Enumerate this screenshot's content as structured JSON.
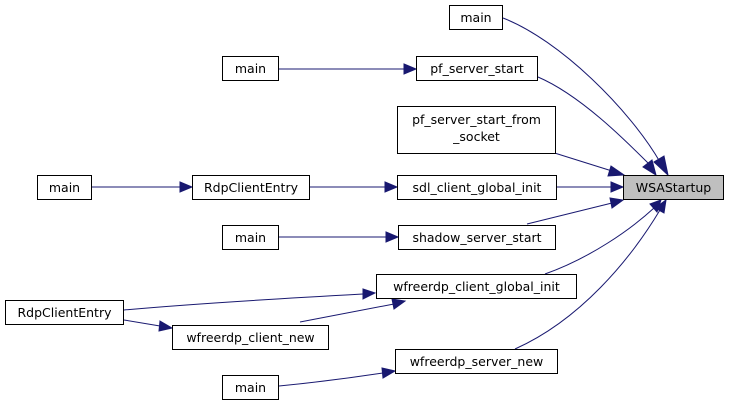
{
  "nodes": {
    "wsastartup": "WSAStartup",
    "main_top": "main",
    "pf_server_start": "pf_server_start",
    "main_pf": "main",
    "pf_from_socket_line1": "pf_server_start_from",
    "pf_from_socket_line2": "_socket",
    "sdl_client_global_init": "sdl_client_global_init",
    "rdp_client_entry_a": "RdpClientEntry",
    "main_sdl": "main",
    "shadow_server_start": "shadow_server_start",
    "main_shadow": "main",
    "wfreerdp_client_global_init": "wfreerdp_client_global_init",
    "rdp_client_entry_b": "RdpClientEntry",
    "wfreerdp_client_new": "wfreerdp_client_new",
    "wfreerdp_server_new": "wfreerdp_server_new",
    "main_server": "main"
  },
  "colors": {
    "edge": "#191970",
    "highlight_fill": "#bfbfbf",
    "node_border": "#000000"
  }
}
